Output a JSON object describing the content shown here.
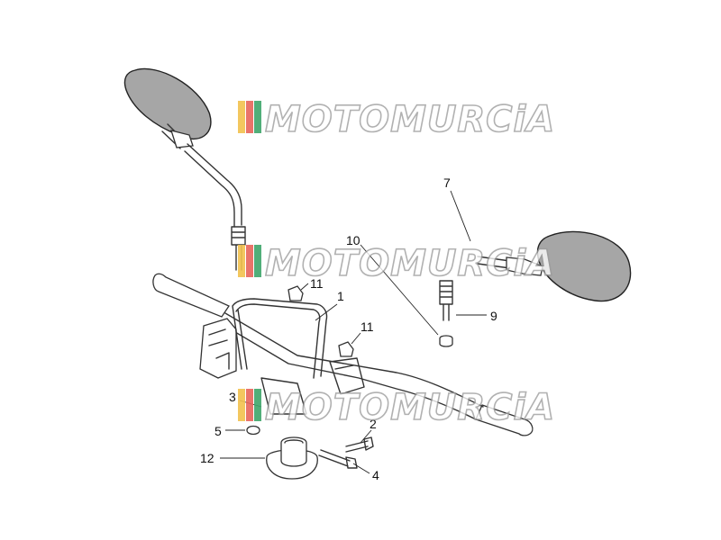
{
  "watermark": {
    "text": "MOTOMURCiA",
    "stripe_colors": [
      "#f2c14e",
      "#e8645a",
      "#3fa66b"
    ]
  },
  "callouts": [
    {
      "id": "1",
      "label": "1"
    },
    {
      "id": "2",
      "label": "2"
    },
    {
      "id": "3",
      "label": "3"
    },
    {
      "id": "4",
      "label": "4"
    },
    {
      "id": "5",
      "label": "5"
    },
    {
      "id": "7",
      "label": "7"
    },
    {
      "id": "9",
      "label": "9"
    },
    {
      "id": "10",
      "label": "10"
    },
    {
      "id": "11a",
      "label": "11"
    },
    {
      "id": "11b",
      "label": "11"
    },
    {
      "id": "12",
      "label": "12"
    }
  ],
  "colors": {
    "mirror_glass": "#a6a6a6",
    "outline": "#333333",
    "background": "#ffffff"
  }
}
